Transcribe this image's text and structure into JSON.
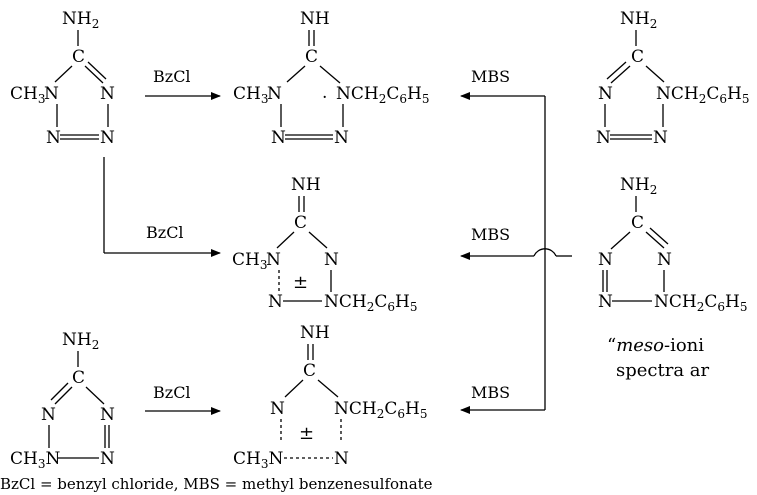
{
  "atoms": {
    "amino": "NH",
    "amino_sub": "2",
    "imino": "NH",
    "c": "C",
    "n": "N",
    "methyl": "CH",
    "methyl_sub": "3",
    "benzyl": "CH",
    "benzyl_sub1": "2",
    "benzyl_c6": "C",
    "benzyl_sub2": "6",
    "benzyl_h": "H",
    "benzyl_sub3": "5",
    "charge": "±",
    "dot": "."
  },
  "reagents": {
    "bzcl": "BzCl",
    "mbs": "MBS"
  },
  "footer": "BzCl = benzyl chloride, MBS = methyl benzenesulfonate",
  "side_text": {
    "line1_prefix": "“",
    "line1_italic": "meso",
    "line1_rest": "-ioni",
    "line2": "spectra ar"
  }
}
